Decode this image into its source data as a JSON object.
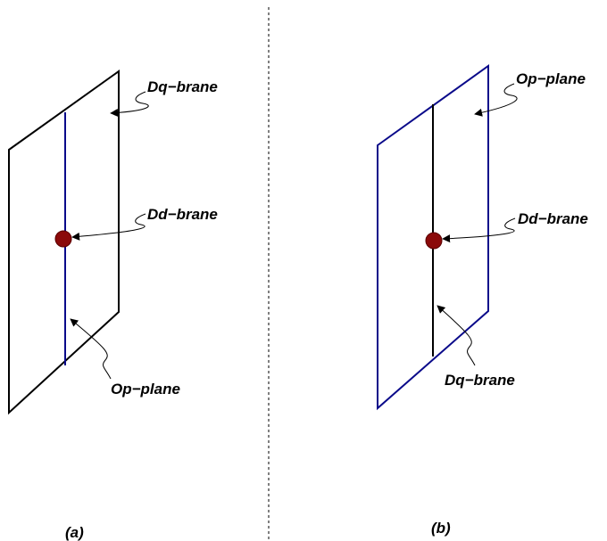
{
  "colors": {
    "black": "#000000",
    "blue": "#0a0a8a",
    "dot": "#8b0a0a",
    "dot_stroke": "#5a0000",
    "divider": "#000000"
  },
  "panel_a": {
    "caption": "(a)",
    "outer_plane_label": "Dq−brane",
    "point_label": "Dd−brane",
    "inner_line_label": "Op−plane"
  },
  "panel_b": {
    "caption": "(b)",
    "outer_plane_label": "Op−plane",
    "point_label": "Dd−brane",
    "inner_line_label": "Dq−brane"
  }
}
